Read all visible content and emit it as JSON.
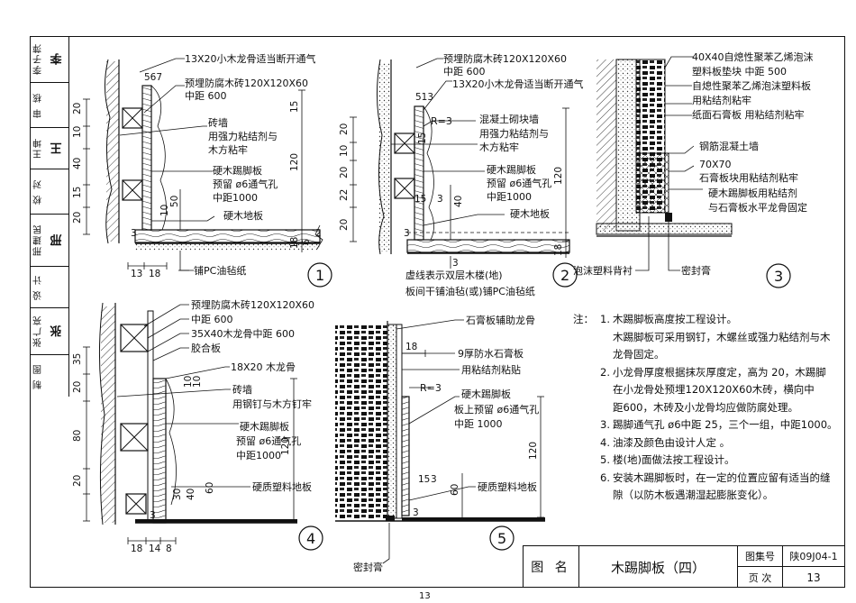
{
  "sheet": {
    "page_number": "13",
    "title_block": {
      "name_label": "图 名",
      "title": "木踢脚板（四）",
      "atlas_label": "图集号",
      "atlas_no": "陕09J04-1",
      "page_label": "页 次",
      "page_no": "13"
    }
  },
  "signatures": [
    {
      "role": "李子萍",
      "sign": "李子萍"
    },
    {
      "role": "审 核",
      "sign": ""
    },
    {
      "role": "王坤",
      "sign": "王坤"
    },
    {
      "role": "校 对",
      "sign": ""
    },
    {
      "role": "邢建民",
      "sign": "邢建民"
    },
    {
      "role": "设 计",
      "sign": ""
    },
    {
      "role": "张广亮",
      "sign": "张广亮"
    },
    {
      "role": "制 图",
      "sign": ""
    }
  ],
  "details": {
    "d1": {
      "number": "1",
      "labels": {
        "a": "13X20小木龙骨适当断开通气",
        "b": "预埋防腐木砖120X120X60",
        "c": "中距 600",
        "d": "砖墙",
        "e": "用强力粘结剂与",
        "f": "木方粘牢",
        "g": "硬木踢脚板",
        "h": "预留 ø6通气孔",
        "i": "中距1000",
        "j": "硬木地板",
        "k": "铺PC油毡纸"
      },
      "dims": {
        "d567": "567",
        "d20": "20",
        "d10": "10",
        "d40": "40",
        "d15": "15",
        "d20b": "20",
        "d50": "50",
        "d10b": "10",
        "d15b": "15",
        "d120": "120",
        "d3": "3",
        "d18": "18",
        "d6": "6",
        "d2": "2",
        "d13": "13",
        "d18b": "18"
      }
    },
    "d2": {
      "number": "2",
      "labels": {
        "a": "预埋防腐木砖120X120X60",
        "b": "中距 600",
        "c": "13X20小木龙骨适当断开通气",
        "d": "R=3",
        "e": "混凝土砌块墙",
        "f": "用强力粘结剂与",
        "g": "木方粘牢",
        "h": "硬木踢脚板",
        "i": "预留 ø6通气孔",
        "j": "中距1000",
        "k": "硬木地板",
        "cap1": "虚线表示双层木楼(地)",
        "cap2": "板间干铺油毡(或)铺PC油毡纸"
      },
      "dims": {
        "d513": "513",
        "d20": "20",
        "d10": "10",
        "d20b": "20",
        "d22": "22",
        "d20c": "20",
        "d15": "15",
        "d40": "40",
        "d3": "3",
        "d15b": "15",
        "d3b": "3",
        "d120": "120",
        "d18": "18",
        "d3c": "3"
      }
    },
    "d3": {
      "number": "3",
      "labels": {
        "a": "40X40自熄性聚苯乙烯泡沫",
        "b": "塑料板垫块 中距 500",
        "c": "自熄性聚苯乙烯泡沫塑料板",
        "d": "用粘结剂粘牢",
        "e": "纸面石膏板 用粘结剂粘牢",
        "f": "钢筋混凝土墙",
        "g": "70X70",
        "h": "石膏板块用粘结剂粘牢",
        "i": "硬木踢脚板用粘结剂",
        "j": "与石膏板水平龙骨固定",
        "k": "泡沫塑料背衬",
        "l": "密封膏"
      }
    },
    "d4": {
      "number": "4",
      "labels": {
        "a": "预埋防腐木砖120X120X60",
        "b": "中距 600",
        "c": "35X40木龙骨中距 600",
        "d": "胶合板",
        "e": "18X20 木龙骨",
        "f": "砖墙",
        "g": "用钢钉与木方钉牢",
        "h": "硬木踢脚板",
        "i": "预留 ø6通气孔",
        "j": "中距1000",
        "k": "硬质塑料地板"
      },
      "dims": {
        "d35": "35",
        "d20": "20",
        "d80": "80",
        "d20b": "20",
        "d10": "10",
        "d10b": "10",
        "d120": "120",
        "d30": "30",
        "d40": "40",
        "d60": "60",
        "d3": "3",
        "d18": "18",
        "d14": "14",
        "d8": "8"
      }
    },
    "d5": {
      "number": "5",
      "labels": {
        "a": "石膏板辅助龙骨",
        "b": "9厚防水石膏板",
        "c": "用粘结剂粘贴",
        "d": "R=3",
        "e": "硬木踢脚板",
        "f": "板上预留 ø6通气孔",
        "g": "中距 1000",
        "h": "硬质塑料地板",
        "i": "密封膏"
      },
      "dims": {
        "d18": "18",
        "d120": "120",
        "d15": "15",
        "d3": "3",
        "d60": "60",
        "d3b": "3"
      }
    }
  },
  "notes": {
    "label": "注：",
    "items": [
      {
        "num": "1.",
        "lines": [
          "木踢脚板高度按工程设计。",
          "木踢脚板可采用钢钉，木螺丝或强力粘结剂与木",
          "龙骨固定。"
        ]
      },
      {
        "num": "2.",
        "lines": [
          "小龙骨厚度根据抹灰厚度定，高为 20，木踢脚",
          "在小龙骨处预埋120X120X60木砖，横向中",
          "距600，木砖及小龙骨均应做防腐处理。"
        ]
      },
      {
        "num": "3.",
        "lines": [
          "踢脚通气孔 ø6中距 25，三个一组，中距1000。"
        ]
      },
      {
        "num": "4.",
        "lines": [
          "油漆及颜色由设计人定 。"
        ]
      },
      {
        "num": "5.",
        "lines": [
          "楼(地)面做法按工程设计。"
        ]
      },
      {
        "num": "6.",
        "lines": [
          "安装木踢脚板时，在一定的位置应留有适当的缝",
          "隙（以防木板遇潮湿起膨胀变化）。"
        ]
      }
    ]
  }
}
